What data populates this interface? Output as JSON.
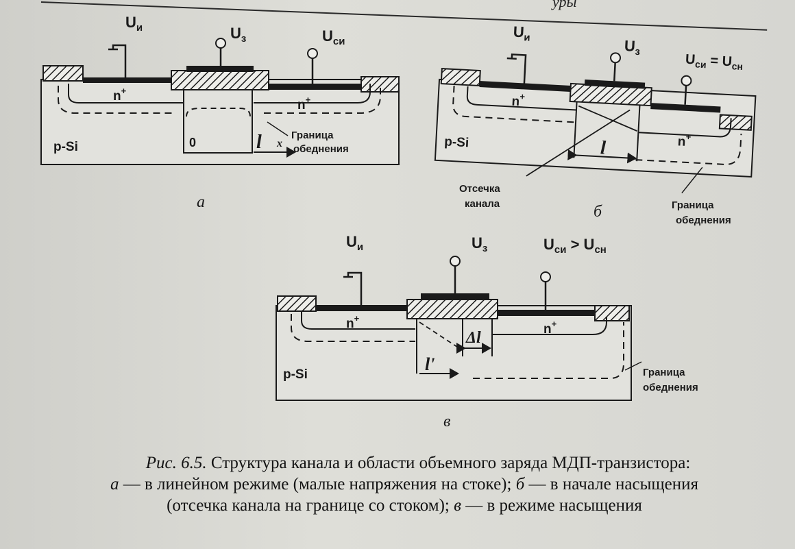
{
  "header_fragment": "уры",
  "panels": {
    "a": {
      "label": "а",
      "U_source": "U",
      "U_source_sub": "и",
      "U_gate": "U",
      "U_gate_sub": "з",
      "U_drain": "U",
      "U_drain_sub": "си",
      "n_left": "n",
      "n_right": "n",
      "plus": "+",
      "substrate": "p-Si",
      "zero": "0",
      "length": "l",
      "axis_x": "x",
      "depletion_1": "Граница",
      "depletion_2": "обеднения"
    },
    "b": {
      "label": "б",
      "U_source": "U",
      "U_source_sub": "и",
      "U_gate": "U",
      "U_gate_sub": "з",
      "U_drain": "U",
      "U_drain_sub": "си",
      "eq": " = ",
      "U_sat": "U",
      "U_sat_sub": "сн",
      "n_left": "n",
      "n_right": "n",
      "plus": "+",
      "substrate": "p-Si",
      "length": "l",
      "cutoff_1": "Отсечка",
      "cutoff_2": "канала",
      "depletion_1": "Граница",
      "depletion_2": "обеднения"
    },
    "c": {
      "label": "в",
      "U_source": "U",
      "U_source_sub": "и",
      "U_gate": "U",
      "U_gate_sub": "з",
      "U_drain": "U",
      "U_drain_sub": "си",
      "gt": " > ",
      "U_sat": "U",
      "U_sat_sub": "сн",
      "n_left": "n",
      "n_right": "n",
      "plus": "+",
      "substrate": "p-Si",
      "length": "l'",
      "delta": "Δl",
      "depletion_1": "Граница",
      "depletion_2": "обеднения"
    }
  },
  "caption": {
    "prefix": "Рис. 6.5.",
    "line1": " Структура канала и области объемного заряда МДП-транзистора:",
    "a_letter": "а",
    "line2": " — в линейном режиме (малые напряжения на стоке); ",
    "b_letter": "б",
    "line2_end": " — в начале насыщения",
    "line3": "(отсечка канала на границе со стоком); ",
    "c_letter": "в",
    "line3_end": " — в режиме насыщения"
  }
}
